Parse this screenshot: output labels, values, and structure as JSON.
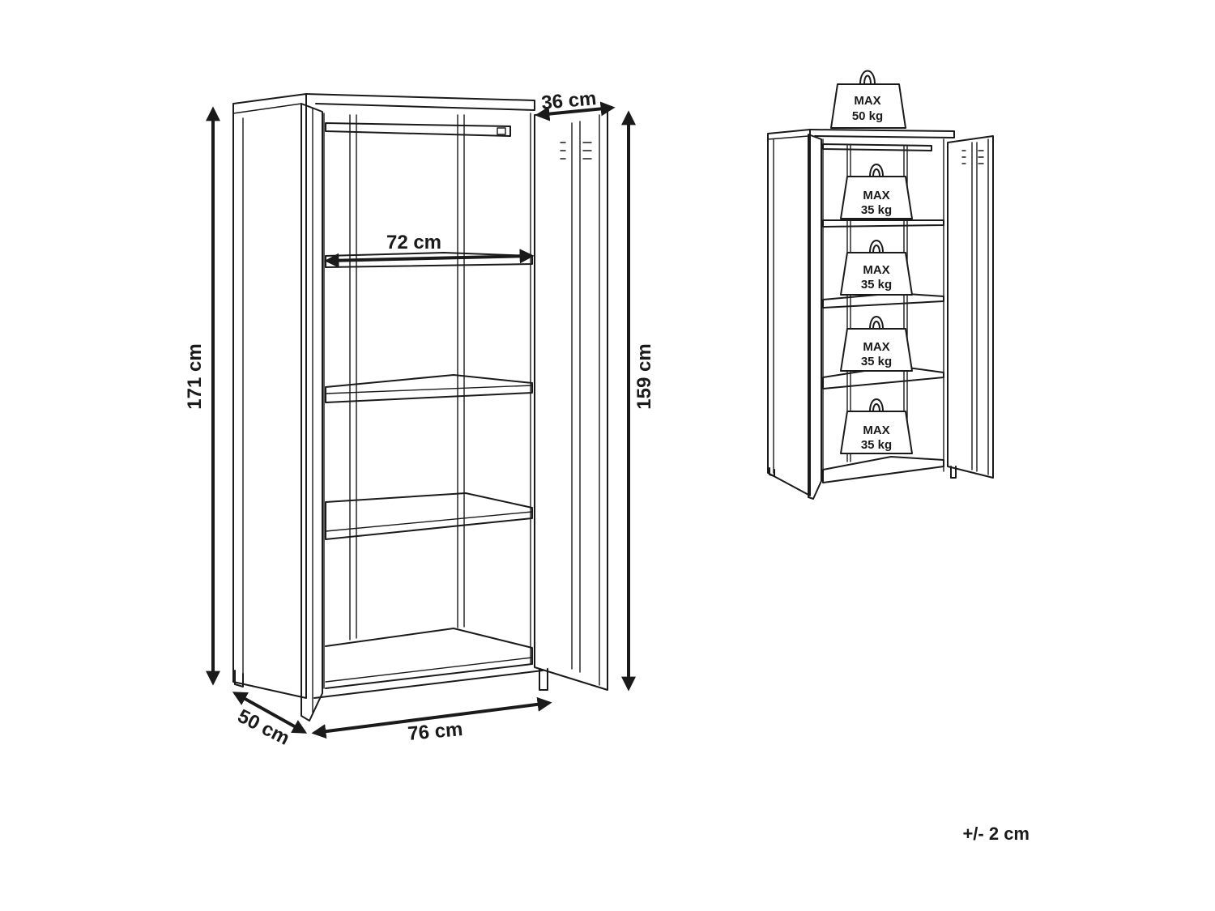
{
  "dimensions": {
    "height_total": "171 cm",
    "height_inner": "159 cm",
    "depth_top": "36 cm",
    "shelf_width": "72 cm",
    "depth": "50 cm",
    "width": "76 cm"
  },
  "load_limits": {
    "top": {
      "line1": "MAX",
      "line2": "50 kg"
    },
    "shelves": [
      {
        "line1": "MAX",
        "line2": "35 kg"
      },
      {
        "line1": "MAX",
        "line2": "35 kg"
      },
      {
        "line1": "MAX",
        "line2": "35 kg"
      },
      {
        "line1": "MAX",
        "line2": "35 kg"
      }
    ]
  },
  "tolerance": "+/- 2 cm"
}
